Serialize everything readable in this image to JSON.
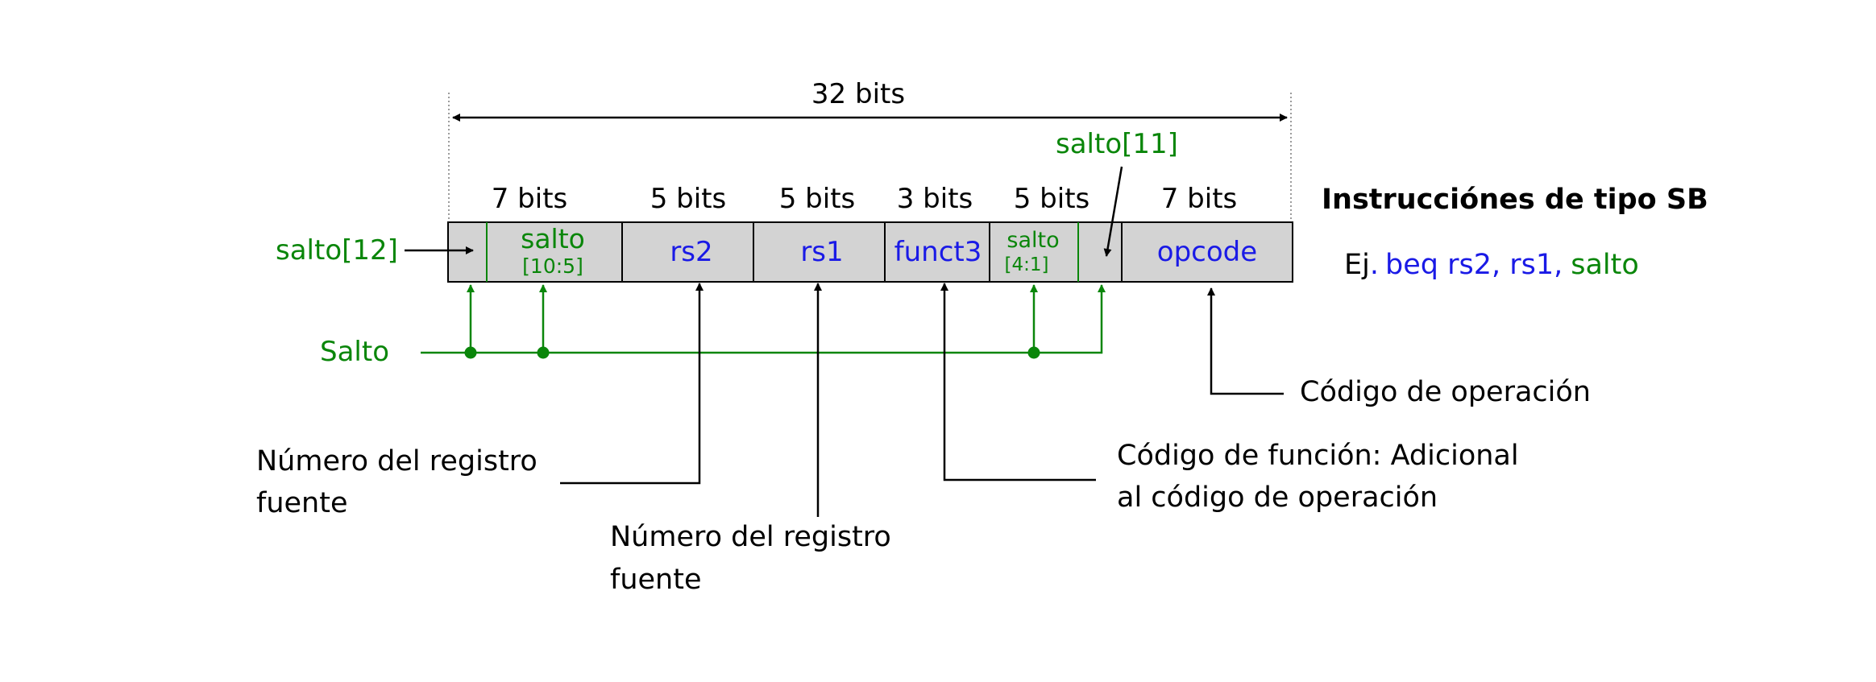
{
  "title": "Instrucciónes de tipo SB",
  "example": {
    "prefix": "Ej",
    "dot": ".",
    "instr": "beq rs2, rs1,",
    "label": "salto"
  },
  "total_width_label": "32 bits",
  "field_widths": [
    "7 bits",
    "5 bits",
    "5 bits",
    "3 bits",
    "5 bits",
    "7 bits"
  ],
  "fields": {
    "imm_10_5": {
      "top": "salto",
      "bottom": "[10:5]"
    },
    "rs2": "rs2",
    "rs1": "rs1",
    "funct3": "funct3",
    "imm_4_1": {
      "top": "salto",
      "bottom": "[4:1]"
    },
    "opcode": "opcode"
  },
  "labels": {
    "salto12": "salto[12]",
    "salto11": "salto[11]",
    "salto": "Salto",
    "opcode_desc": "Código de operación",
    "funct_desc": [
      "Código de función: Adicional",
      "al código de operación"
    ],
    "rs2_desc": [
      "Número del registro",
      "fuente"
    ],
    "rs1_desc": [
      "Número del registro",
      "fuente"
    ]
  },
  "colors": {
    "immediate": "#0a860a",
    "register": "#1a1ae6",
    "text": "#000000",
    "field_fill": "#d3d3d3"
  }
}
